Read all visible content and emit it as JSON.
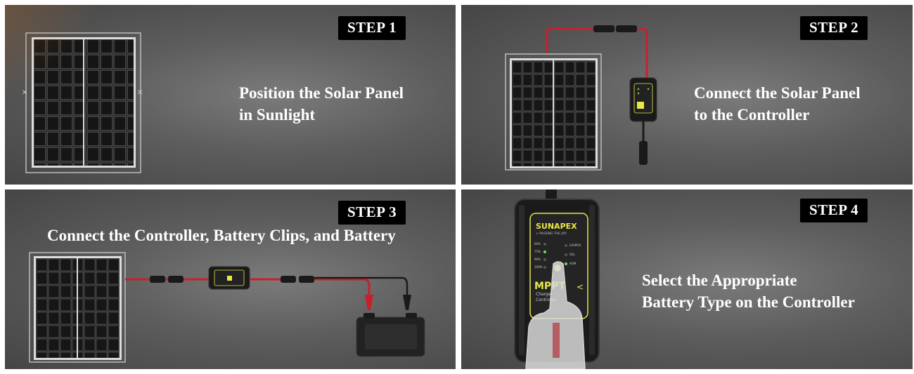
{
  "steps": [
    {
      "badge": "STEP 1",
      "lines": [
        "Position the Solar Panel",
        "in Sunlight"
      ]
    },
    {
      "badge": "STEP 2",
      "lines": [
        "Connect the Solar Panel",
        "to the Controller"
      ]
    },
    {
      "badge": "STEP 3",
      "lines": [
        "Connect the Controller, Battery Clips, and Battery"
      ]
    },
    {
      "badge": "STEP 4",
      "lines": [
        "Select the Appropriate",
        "Battery Type on the Controller"
      ]
    }
  ],
  "controller": {
    "brand": "SUNAPEX",
    "tagline": "> PASSING THE JOY",
    "model": "MPPT",
    "subtitle_1": "Charge",
    "subtitle_2": "Controller",
    "voltages": [
      "60%",
      "75%",
      "90%",
      "100%"
    ],
    "battery_types": [
      "LiFePO4",
      "GEL",
      "AGM"
    ]
  },
  "colors": {
    "badge_bg": "#000000",
    "text": "#ffffff",
    "cable_red": "#c8202a",
    "accent_yellow": "#e8e84a"
  }
}
